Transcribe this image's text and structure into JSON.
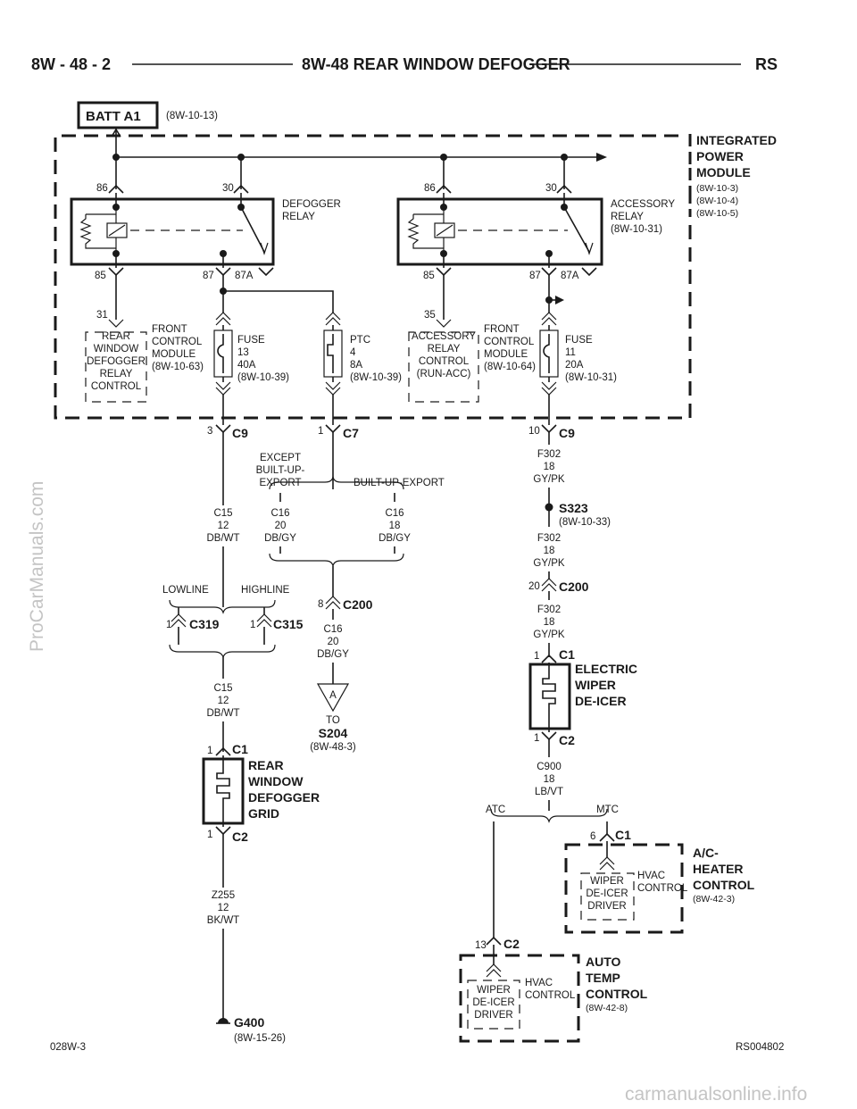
{
  "header": {
    "page_number": "8W - 48 - 2",
    "title": "8W-48 REAR WINDOW DEFOGGER",
    "model_code": "RS"
  },
  "footer": {
    "left_code": "028W-3",
    "right_code": "RS004802"
  },
  "watermarks": {
    "side": "ProCarManuals.com",
    "bottom": "carmanualsonline.info"
  },
  "battery": {
    "label": "BATT A1",
    "ref": "(8W-10-13)"
  },
  "ipm": {
    "name_lines": [
      "INTEGRATED",
      "POWER",
      "MODULE"
    ],
    "refs": [
      "(8W-10-3)",
      "(8W-10-4)",
      "(8W-10-5)"
    ]
  },
  "defogger_relay": {
    "name_lines": [
      "DEFOGGER",
      "RELAY"
    ],
    "pins": {
      "p86": "86",
      "p30": "30",
      "p85": "85",
      "p87": "87",
      "p87a": "87A"
    }
  },
  "accessory_relay": {
    "name_lines": [
      "ACCESSORY",
      "RELAY",
      "(8W-10-31)"
    ],
    "pins": {
      "p86": "86",
      "p30": "30",
      "p85": "85",
      "p87": "87",
      "p87a": "87A"
    }
  },
  "fcm_defogger": {
    "pin": "31",
    "inner_lines": [
      "REAR",
      "WINDOW",
      "DEFOGGER",
      "RELAY",
      "CONTROL"
    ],
    "outer_lines": [
      "FRONT",
      "CONTROL",
      "MODULE",
      "(8W-10-63)"
    ]
  },
  "fcm_accessory": {
    "pin": "35",
    "inner_lines": [
      "ACCESSORY",
      "RELAY",
      "CONTROL",
      "(RUN-ACC)"
    ],
    "outer_lines": [
      "FRONT",
      "CONTROL",
      "MODULE",
      "(8W-10-64)"
    ]
  },
  "fuse13": {
    "lines": [
      "FUSE",
      "13",
      "40A",
      "(8W-10-39)"
    ]
  },
  "ptc4": {
    "lines": [
      "PTC",
      "4",
      "8A",
      "(8W-10-39)"
    ]
  },
  "fuse11": {
    "lines": [
      "FUSE",
      "11",
      "20A",
      "(8W-10-31)"
    ]
  },
  "connectors": {
    "c9_left": {
      "pin": "3",
      "name": "C9"
    },
    "c7": {
      "pin": "1",
      "name": "C7"
    },
    "c9_right": {
      "pin": "10",
      "name": "C9"
    },
    "c319": {
      "pin": "1",
      "name": "C319"
    },
    "c315": {
      "pin": "1",
      "name": "C315"
    },
    "c200_left": {
      "pin": "8",
      "name": "C200"
    },
    "c200_right": {
      "pin": "20",
      "name": "C200"
    },
    "grid_c1": {
      "pin": "1",
      "name": "C1"
    },
    "grid_c2": {
      "pin": "1",
      "name": "C2"
    },
    "deicer_c1": {
      "pin": "1",
      "name": "C1"
    },
    "deicer_c2": {
      "pin": "1",
      "name": "C2"
    },
    "ac_c1": {
      "pin": "6",
      "name": "C1"
    },
    "atc_c2": {
      "pin": "13",
      "name": "C2"
    }
  },
  "wires": {
    "c15_a": [
      "C15",
      "12",
      "DB/WT"
    ],
    "c16_20a": [
      "C16",
      "20",
      "DB/GY"
    ],
    "c16_18": [
      "C16",
      "18",
      "DB/GY"
    ],
    "c16_20b": [
      "C16",
      "20",
      "DB/GY"
    ],
    "c15_b": [
      "C15",
      "12",
      "DB/WT"
    ],
    "z255": [
      "Z255",
      "12",
      "BK/WT"
    ],
    "f302_a": [
      "F302",
      "18",
      "GY/PK"
    ],
    "f302_b": [
      "F302",
      "18",
      "GY/PK"
    ],
    "f302_c": [
      "F302",
      "18",
      "GY/PK"
    ],
    "c900": [
      "C900",
      "18",
      "LB/VT"
    ]
  },
  "options": {
    "except_lines": [
      "EXCEPT",
      "BUILT-UP-",
      "EXPORT"
    ],
    "built_up": "BUILT-UP-EXPORT",
    "lowline": "LOWLINE",
    "highline": "HIGHLINE",
    "atc": "ATC",
    "mtc": "MTC"
  },
  "splice_s323": {
    "name": "S323",
    "ref": "(8W-10-33)"
  },
  "s204": {
    "flag": "A",
    "to": "TO",
    "name": "S204",
    "ref": "(8W-48-3)"
  },
  "grid": {
    "name_lines": [
      "REAR",
      "WINDOW",
      "DEFOGGER",
      "GRID"
    ]
  },
  "deicer": {
    "name_lines": [
      "ELECTRIC",
      "WIPER",
      "DE-ICER"
    ]
  },
  "ground": {
    "name": "G400",
    "ref": "(8W-15-26)"
  },
  "ac_heater": {
    "name_lines": [
      "A/C-",
      "HEATER",
      "CONTROL"
    ],
    "ref": "(8W-42-3)",
    "inner_lines": [
      "WIPER",
      "DE-ICER",
      "DRIVER"
    ],
    "side_lines": [
      "HVAC",
      "CONTROL"
    ]
  },
  "auto_temp": {
    "name_lines": [
      "AUTO",
      "TEMP",
      "CONTROL"
    ],
    "ref": "(8W-42-8)",
    "inner_lines": [
      "WIPER",
      "DE-ICER",
      "DRIVER"
    ],
    "side_lines": [
      "HVAC",
      "CONTROL"
    ]
  }
}
